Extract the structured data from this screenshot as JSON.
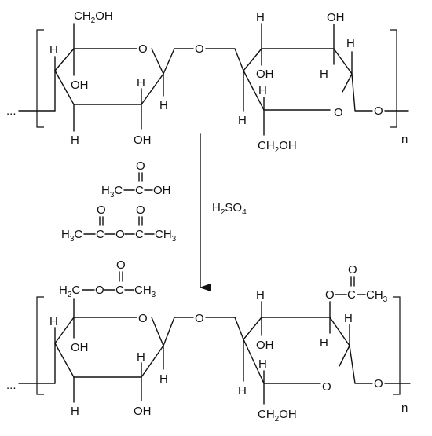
{
  "labels": {
    "dots": "...",
    "o": "O",
    "h": "H",
    "oh": "OH",
    "n": "n",
    "ch": "CH",
    "h_letter": "H",
    "c_letter": "C",
    "oh_tail": "OH",
    "sub2": "2",
    "sub3": "3",
    "sub4": "4",
    "so": "SO",
    "o_dash_c": "O",
    "dash": "–",
    "ch2oh_tail": "OH"
  },
  "reagents": {
    "acetic_acid": "H3C–C–OH",
    "acetic_anhydride": "H3C–C–O–C–CH3",
    "catalyst": "H2SO4"
  },
  "colors": {
    "ink": "#111111",
    "background": "#ffffff"
  }
}
